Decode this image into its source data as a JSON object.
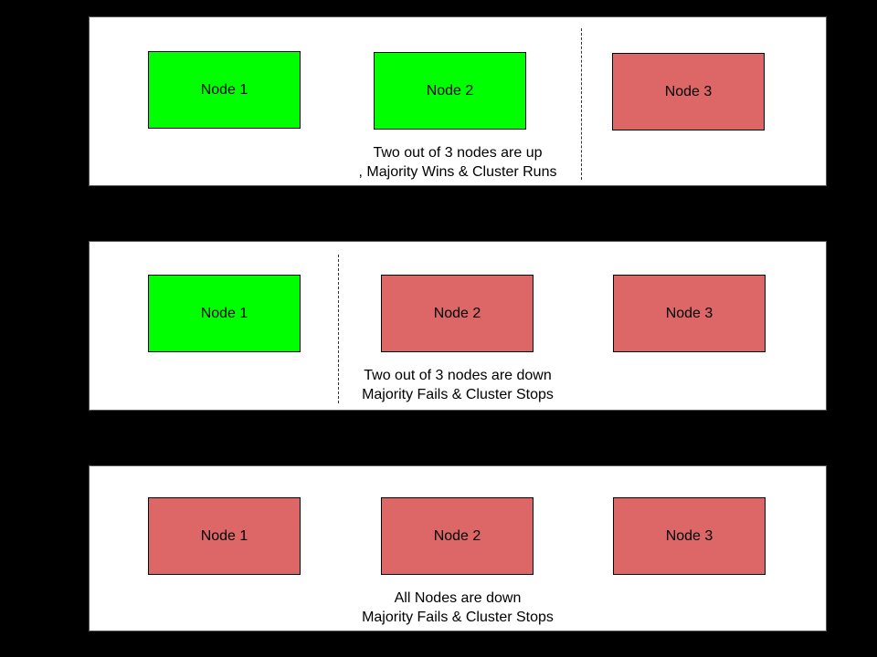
{
  "diagram": {
    "status_colors": {
      "up": "#00ff00",
      "down": "#dd6666"
    },
    "panels": [
      {
        "id": "scenario-1",
        "nodes": [
          {
            "label": "Node 1",
            "status": "up"
          },
          {
            "label": "Node 2",
            "status": "up"
          },
          {
            "label": "Node 3",
            "status": "down"
          }
        ],
        "divider_after_node": 2,
        "caption": {
          "line1": "Two out of 3 nodes are up",
          "line2": ", Majority Wins & Cluster Runs"
        }
      },
      {
        "id": "scenario-2",
        "nodes": [
          {
            "label": "Node 1",
            "status": "up"
          },
          {
            "label": "Node 2",
            "status": "down"
          },
          {
            "label": "Node 3",
            "status": "down"
          }
        ],
        "divider_after_node": 1,
        "caption": {
          "line1": "Two out of 3 nodes are down",
          "line2": "Majority Fails & Cluster Stops"
        }
      },
      {
        "id": "scenario-3",
        "nodes": [
          {
            "label": "Node 1",
            "status": "down"
          },
          {
            "label": "Node 2",
            "status": "down"
          },
          {
            "label": "Node 3",
            "status": "down"
          }
        ],
        "divider_after_node": null,
        "caption": {
          "line1": "All Nodes are down",
          "line2": "Majority Fails & Cluster Stops"
        }
      }
    ]
  }
}
